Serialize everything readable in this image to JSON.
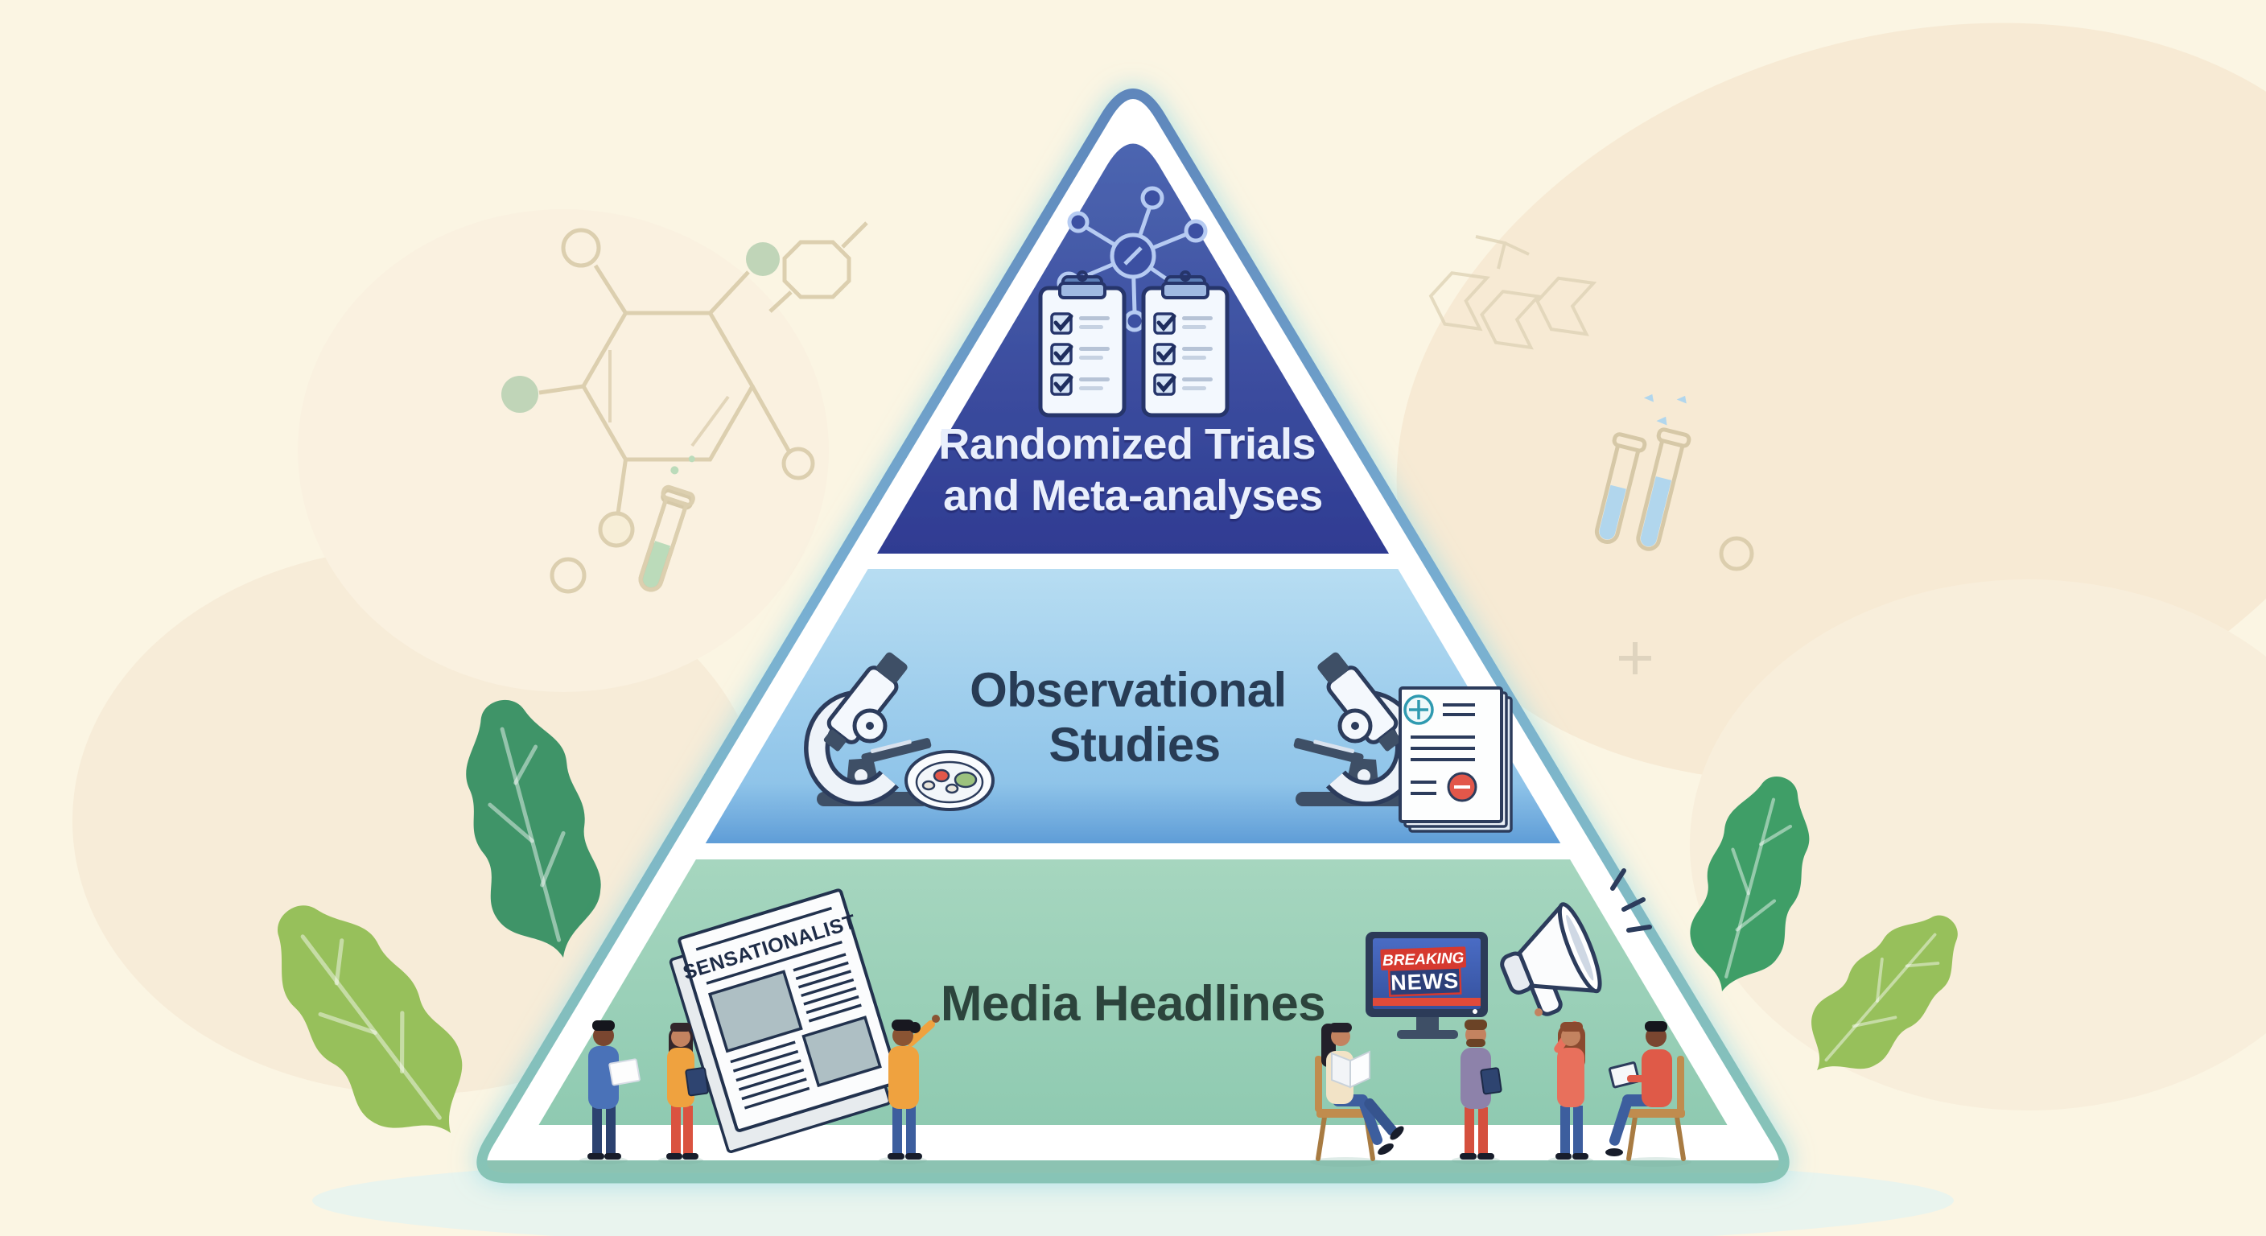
{
  "scene": {
    "background_color": "#fbf5e3",
    "glow_color": "#9fdde6",
    "title_semantic": "evidence-hierarchy-pyramid"
  },
  "pyramid": {
    "tiers": [
      {
        "id": "randomized-trials",
        "label_line1": "Randomized Trials",
        "label_line2": "and Meta-analyses",
        "color_top": "#4e68b2",
        "color_bottom": "#2f3b92",
        "text_color": "#e9effc",
        "icons": [
          "network-icon",
          "checklist-clipboard-icon",
          "checklist-clipboard-icon"
        ]
      },
      {
        "id": "observational-studies",
        "label_line1": "Observational",
        "label_line2": "Studies",
        "color_top": "#b7ddf2",
        "color_bottom": "#5f9dd7",
        "text_color": "#283c55",
        "icons": [
          "microscope-icon",
          "petri-dish-icon",
          "microscope-icon",
          "results-document-icon"
        ]
      },
      {
        "id": "media-headlines",
        "label_line1": "Media Headlines",
        "color_top": "#a6d6bf",
        "color_bottom": "#8fcab1",
        "text_color": "#2c443c",
        "icons": [
          "newspaper-icon",
          "breaking-news-tv-icon",
          "megaphone-icon",
          "people-crowd"
        ]
      }
    ],
    "border_color_top": "#5d85bb",
    "border_color_bottom": "#87c4b6",
    "divider_color": "#ffffff"
  },
  "newspaper": {
    "masthead": "SENSATIONALIST"
  },
  "tv": {
    "line1": "BREAKING",
    "line2": "NEWS",
    "banner_color": "#d6392f",
    "screen_color": "#4a6cc4"
  },
  "decorations": {
    "left": [
      "benzene-molecule-icon",
      "ring-molecule-icon",
      "test-tube-green-icon",
      "small-circle"
    ],
    "right": [
      "fused-hexagon-molecule-icon",
      "test-tubes-blue-icon",
      "small-circle",
      "plus-mark"
    ],
    "leaves": [
      "dark-green-leaf",
      "light-green-leaf"
    ]
  }
}
